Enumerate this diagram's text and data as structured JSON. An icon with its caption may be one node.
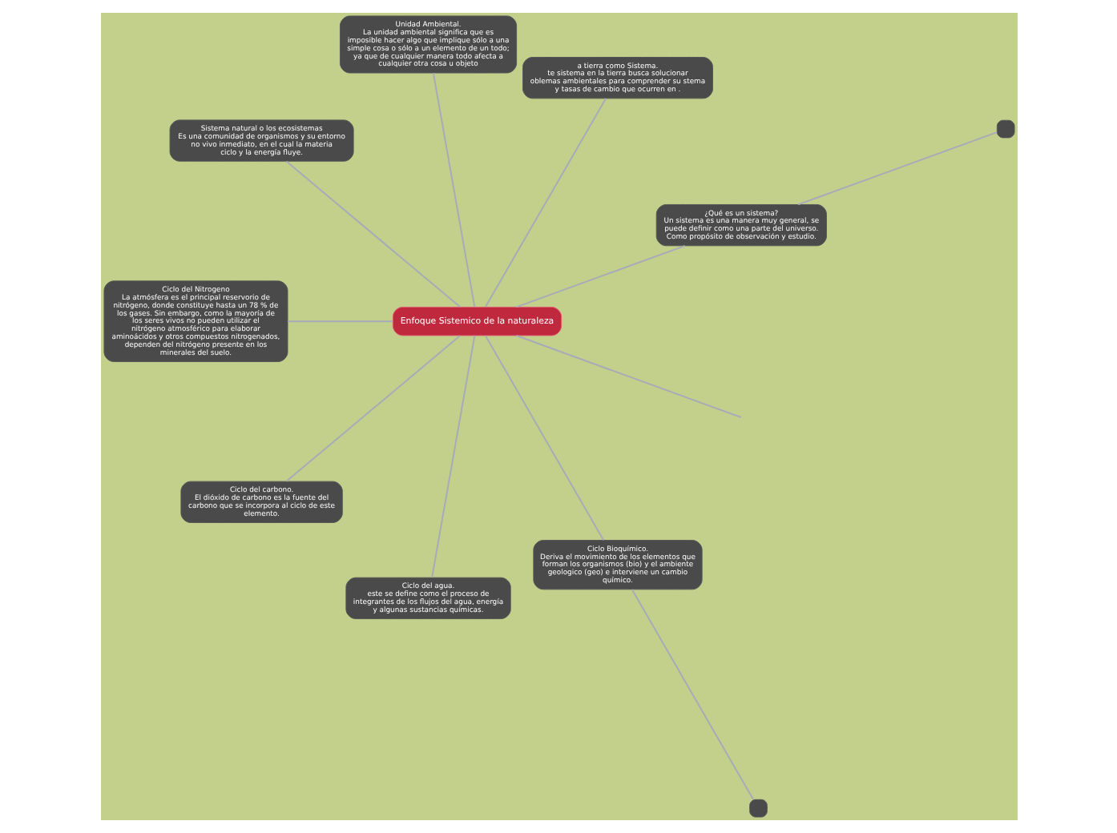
{
  "diagram": {
    "nodes": [
      {
        "text": [
          "Enfoque Sistemico de la naturaleza"
        ]
      },
      {
        "text": [
          "¿Qué es un sistema?",
          "Un sistema es una manera muy general, se puede definir como una parte del universo. Como propósito de observación y estudio."
        ]
      },
      {
        "text": [
          "a tierra como Sistema.",
          "te sistema en la tierra busca solucionar oblemas ambientales para comprender su stema y tasas de cambio que ocurren en ."
        ]
      },
      {
        "text": [
          "Unidad Ambiental.",
          "La unidad ambiental significa que es imposible hacer algo que implique sólo a una simple cosa o sólo a un elemento de un todo; ya que de cualquier manera todo afecta a cualquier otra cosa u objeto"
        ]
      },
      {
        "text": [
          "Sistema natural o los ecosistemas",
          "Es una comunidad de organismos y su entorno no vivo inmediato, en el cual la materia ciclo y la energía fluye."
        ]
      },
      {
        "text": [
          "Ciclo del Nitrogeno",
          "La atmósfera es el principal reservorio de nitrógeno, donde constituye hasta un 78 % de los gases. Sin embargo, como la mayoría de los seres vivos no pueden utilizar el nitrógeno atmosférico para elaborar aminoácidos y otros compuestos nitrogenados, dependen del nitrógeno presente en los minerales del suelo."
        ]
      },
      {
        "text": [
          "Ciclo del carbono.",
          "El dióxido de carbono es la fuente del carbono que se incorpora al ciclo de este elemento."
        ]
      },
      {
        "text": [
          "Ciclo del agua.",
          "este se define como el proceso de integrantes de los flujos del agua, energía y algunas sustancias químicas."
        ]
      },
      {
        "text": [
          "Ciclo Bioquímico.",
          "Deriva el movimiento de los elementos que forman los organismos (bio) y el ambiente geologico (geo) e interviene un cambio químico."
        ]
      },
      {
        "text": [],
        "shape": "box"
      },
      {
        "text": [],
        "shape": "box"
      }
    ],
    "edges": [
      {
        "from": 0,
        "to": 1,
        "arrow": "none"
      },
      {
        "from": 0,
        "to": 2,
        "arrow": "none"
      },
      {
        "from": 0,
        "to": null,
        "arrow": "none"
      },
      {
        "from": 0,
        "to": 3,
        "arrow": "none"
      },
      {
        "from": 0,
        "to": 4,
        "arrow": "none"
      },
      {
        "from": 0,
        "to": 5,
        "arrow": "none"
      },
      {
        "from": 0,
        "to": 6,
        "arrow": "none"
      },
      {
        "from": 0,
        "to": 7,
        "arrow": "none"
      },
      {
        "from": 0,
        "to": 8,
        "arrow": "none"
      },
      {
        "from": 1,
        "to": 9,
        "arrow": "none"
      },
      {
        "from": 8,
        "to": 10,
        "arrow": "none"
      }
    ]
  }
}
